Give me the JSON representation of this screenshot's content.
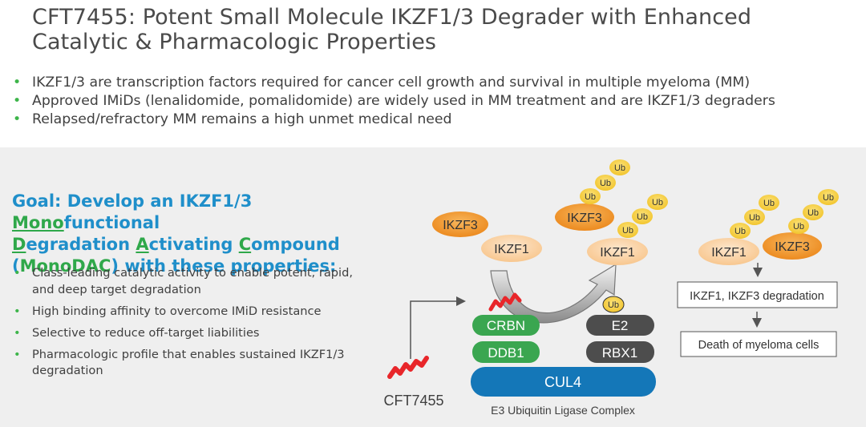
{
  "title": {
    "line1": "CFT7455: Potent Small Molecule IKZF1/3 Degrader with Enhanced",
    "line2": "Catalytic & Pharmacologic Properties"
  },
  "bullets_top": [
    "IKZF1/3 are transcription factors required for cancer cell growth and survival in multiple myeloma (MM)",
    "Approved IMiDs (lenalidomide, pomalidomide) are widely used in MM treatment and are IKZF1/3 degraders",
    "Relapsed/refractory MM remains a high unmet medical need"
  ],
  "goal": {
    "t1": "Goal: Develop an IKZF1/3 ",
    "mono": "Mono",
    "t2": "functional",
    "d": "D",
    "t3": "egradation ",
    "a": "A",
    "t4": "ctivating ",
    "c": "C",
    "t5": "ompound",
    "t6": "(",
    "monodac": "MonoDAC",
    "t7": ") with these properties:"
  },
  "bullets_left": [
    "Class-leading catalytic activity to enable potent, rapid, and deep target degradation",
    "High binding affinity to overcome IMiD resistance",
    "Selective to reduce off-target liabilities",
    "Pharmacologic profile that enables sustained IKZF1/3 degradation"
  ],
  "diagram": {
    "ikzf3_free": "IKZF3",
    "ikzf1_left": "IKZF1",
    "ikzf3_ub": "IKZF3",
    "ikzf1_ub": "IKZF1",
    "ub": "Ub",
    "crbn": "CRBN",
    "ddb1": "DDB1",
    "e2": "E2",
    "rbx1": "RBX1",
    "cul4": "CUL4",
    "compound": "CFT7455",
    "complex_label": "E3 Ubiquitin Ligase Complex",
    "ikzf1_right": "IKZF1",
    "ikzf3_right": "IKZF3",
    "outcome1": "IKZF1, IKZF3 degradation",
    "outcome2": "Death of myeloma cells"
  },
  "colors": {
    "bullet": "#3db54a",
    "goal_blue": "#1f8fca",
    "goal_green": "#2fa84a",
    "ikzf3_orange": "#f29a2e",
    "ikzf1_peach": "#fbd6ae",
    "ub_yellow": "#f7d44c",
    "complex_green": "#3aa650",
    "complex_gray": "#4d4d4d",
    "cul4_blue": "#1477b8",
    "compound_red": "#e8262a"
  }
}
